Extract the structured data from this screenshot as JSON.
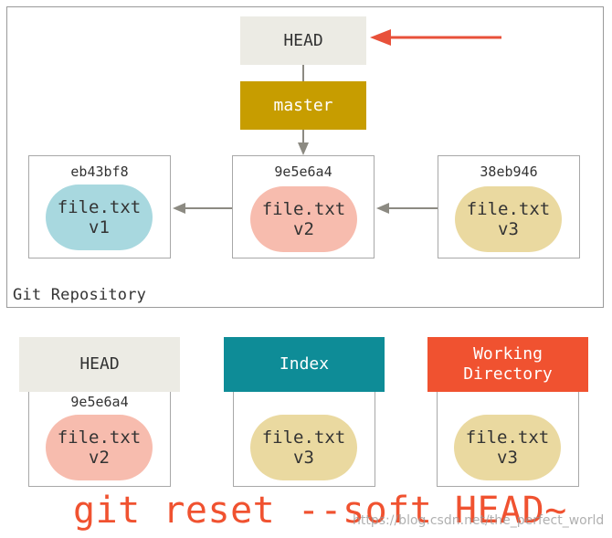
{
  "repository": {
    "label": "Git Repository",
    "head_label": "HEAD",
    "branch_label": "master",
    "commits": [
      {
        "sha": "eb43bf8",
        "file": "file.txt",
        "version": "v1"
      },
      {
        "sha": "9e5e6a4",
        "file": "file.txt",
        "version": "v2"
      },
      {
        "sha": "38eb946",
        "file": "file.txt",
        "version": "v3"
      }
    ]
  },
  "trees": {
    "head": {
      "label": "HEAD",
      "sha": "9e5e6a4",
      "file": "file.txt",
      "version": "v2"
    },
    "index": {
      "label": "Index",
      "file": "file.txt",
      "version": "v3"
    },
    "working_directory": {
      "label": "Working\nDirectory",
      "file": "file.txt",
      "version": "v3"
    }
  },
  "command": "git reset --soft HEAD~",
  "watermark": "https://blog.csdn.net/the_perfect_world",
  "colors": {
    "head_bg": "#ecebe4",
    "master_bg": "#c79d00",
    "index_bg": "#0e8c97",
    "working_dir_bg": "#f05230",
    "blob_v1": "#a8d8df",
    "blob_v2": "#f7bcae",
    "blob_v3": "#ead9a0",
    "head_pointer_arrow": "#e8513a",
    "command_text": "#f05230"
  }
}
